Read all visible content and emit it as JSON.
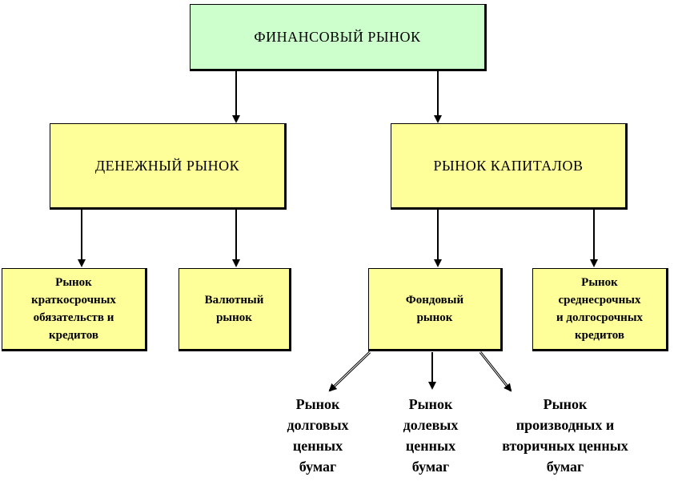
{
  "root": {
    "label": "ФИНАНСОВЫЙ   РЫНОК"
  },
  "money_market": {
    "label": "ДЕНЕЖНЫЙ   РЫНОК"
  },
  "capital_market": {
    "label": "РЫНОК   КАПИТАЛОВ"
  },
  "short_term": {
    "label": "Рынок\nкраткосрочных\nобязательств и\nкредитов"
  },
  "currency": {
    "label": "Валютный\nрынок"
  },
  "stock": {
    "label": "Фондовый\nрынок"
  },
  "medium_long": {
    "label": "Рынок\nсреднесрочных\nи долгосрочных\nкредитов"
  },
  "debt_securities": {
    "label": "Рынок\nдолговых\nценных\nбумаг"
  },
  "equity_securities": {
    "label": "Рынок\nдолевых\nценных\nбумаг"
  },
  "derivatives": {
    "label": "Рынок\nпроизводных и\nвторичных ценных\nбумаг"
  }
}
